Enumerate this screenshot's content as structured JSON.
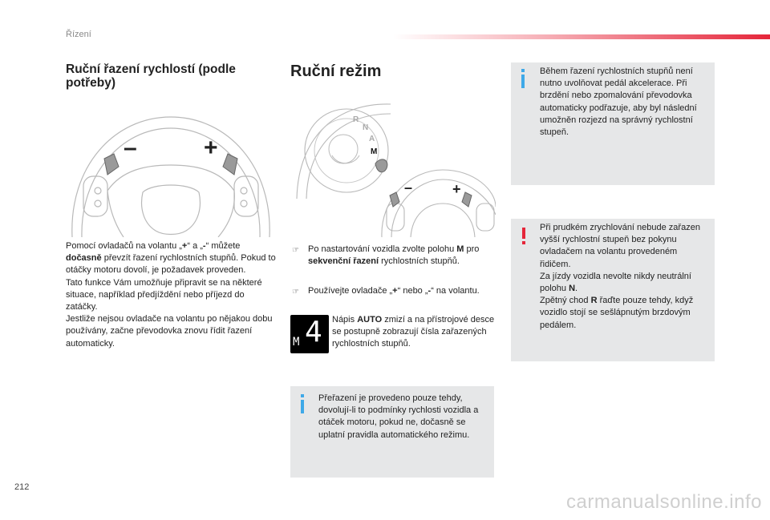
{
  "section_title": "Řízení",
  "page_number": "212",
  "watermark": "carmanualsonline.info",
  "colors": {
    "accent_red": "#e5263a",
    "info_blue": "#3fa9e8",
    "box_gray": "#e6e7e8"
  },
  "left": {
    "heading": "Ruční řazení rychlostí (podle potřeby)",
    "wheel_minus": "–",
    "wheel_plus": "+",
    "p_a1": "Pomocí ovladačů na volantu „",
    "p_a_plus": "+",
    "p_a2": "“ a „",
    "p_a_minus": "-",
    "p_a3": "“ můžete ",
    "p_a_bold": "dočasně",
    "p_a4": " převzít řazení rychlostních stupňů. Pokud to otáčky motoru dovolí, je požadavek proveden.",
    "p_b": "Tato funkce Vám umožňuje připravit se na některé situace, například předjíždění nebo příjezd do zatáčky.",
    "p_c": "Jestliže nejsou ovladače na volantu po nějakou dobu používány, začne převodovka znovu řídit řazení automaticky."
  },
  "middle": {
    "heading": "Ruční režim",
    "selector_letters": [
      "R",
      "N",
      "A",
      "M"
    ],
    "wheel_minus": "–",
    "wheel_plus": "+",
    "bullet_icon": "pointer-hand-icon",
    "b1_a": "Po nastartování vozidla zvolte polohu ",
    "b1_bold1": "M",
    "b1_b": " pro ",
    "b1_bold2": "sekvenční řazení",
    "b1_c": " rychlostních stupňů.",
    "b2_a": "Používejte ovladače „",
    "b2_plus": "+",
    "b2_b": "“ nebo „",
    "b2_minus": "-",
    "b2_c": "“ na volantu.",
    "display_mode": "M",
    "display_gear": "4",
    "d_a": "Nápis ",
    "d_bold": "AUTO",
    "d_b": " zmizí a na přístrojové desce se postupně zobrazují čísla zařazených rychlostních stupňů.",
    "info_text": "Přeřazení je provedeno pouze tehdy, dovolují-li to podmínky rychlosti vozidla a otáček motoru, pokud ne, dočasně se uplatní pravidla automatického režimu."
  },
  "right": {
    "info_text": "Během řazení rychlostních stupňů není nutno uvolňovat pedál akcelerace. Při brzdění nebo zpomalování převodovka automaticky podřazuje, aby byl následní umožněn rozjezd na správný rychlostní stupeň.",
    "warn_l1": "Při prudkém zrychlování nebude zařazen vyšší rychlostní stupeň bez pokynu ovladačem na volantu provedeném řidičem.",
    "warn_a": "Za jízdy vozidla nevolte nikdy neutrální polohu ",
    "warn_bold1": "N",
    "warn_b": ".",
    "warn_c": "Zpětný chod ",
    "warn_bold2": "R",
    "warn_d": " řaďte pouze tehdy, když vozidlo stojí se sešlápnutým brzdovým pedálem."
  }
}
